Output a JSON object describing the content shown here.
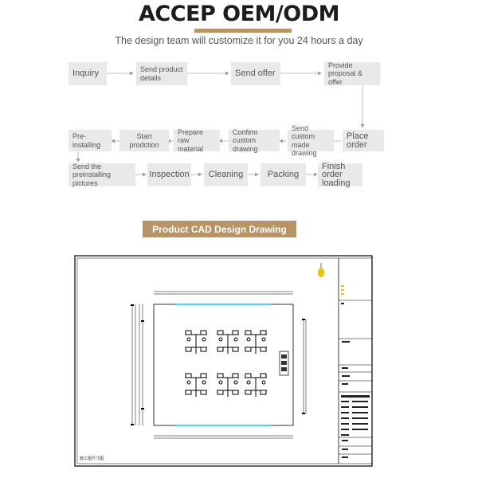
{
  "title": "ACCEP OEM/ODM",
  "subtitle": "The design team will customize it for you 24 hours a day",
  "steps": {
    "inquiry": "Inquiry",
    "send_details": "Send product details",
    "send_offer": "Send offer",
    "provide_proposal": "Provide proposal & offer",
    "place_order": "Place order",
    "send_custom_drawing": "Send custom made drawing",
    "confirm_custom_drawing": "Confirm custom drawing",
    "prepare_material": "Prepare raw material",
    "start_production": "Start prodction",
    "pre_installing": "Pre-installing",
    "send_pictures": "Send the preinstalling pictures",
    "inspection": "Inspection",
    "cleaning": "Cleaning",
    "packing": "Packing",
    "finish_order": "Finish order loading"
  },
  "cad": {
    "header": "Product CAD Design Drawing",
    "stamp": "施工图尺寸图",
    "accent_color": "#4fd6ef",
    "light_color": "#f2c200"
  },
  "colors": {
    "gold": "#b99363",
    "step_bg": "#e9e9e9"
  }
}
